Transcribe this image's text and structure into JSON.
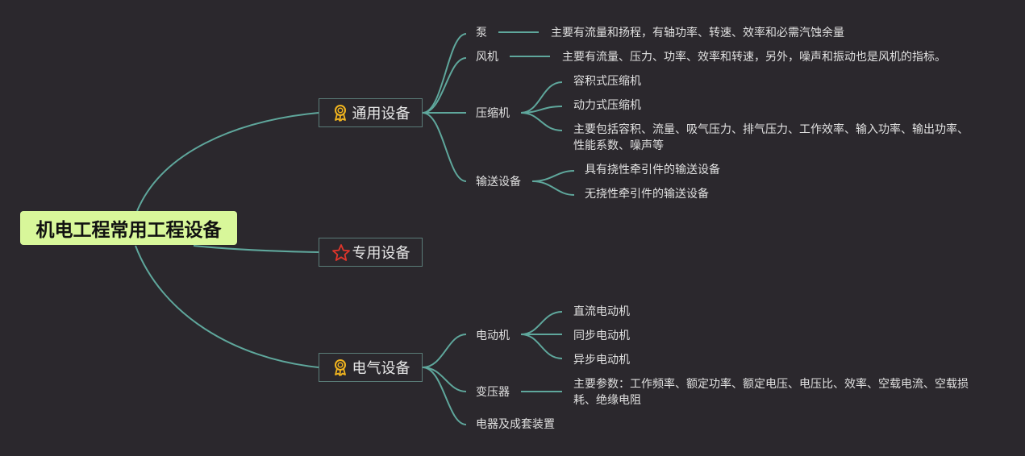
{
  "root": {
    "label": "机电工程常用工程设备"
  },
  "branches": {
    "general": {
      "label": "通用设备",
      "icon": "award-ribbon-icon",
      "pump": {
        "label": "泵",
        "detail": "主要有流量和扬程，有轴功率、转速、效率和必需汽蚀余量"
      },
      "fan": {
        "label": "风机",
        "detail": "主要有流量、压力、功率、效率和转速，另外，噪声和振动也是风机的指标。"
      },
      "compressor": {
        "label": "压缩机",
        "items": [
          "容积式压缩机",
          "动力式压缩机",
          "主要包括容积、流量、吸气压力、排气压力、工作效率、输入功率、输出功率、性能系数、噪声等"
        ]
      },
      "conveyor": {
        "label": "输送设备",
        "items": [
          "具有挠性牵引件的输送设备",
          "无挠性牵引件的输送设备"
        ]
      }
    },
    "special": {
      "label": "专用设备",
      "icon": "star-outline-icon"
    },
    "electrical": {
      "label": "电气设备",
      "icon": "award-ribbon-icon",
      "motor": {
        "label": "电动机",
        "items": [
          "直流电动机",
          "同步电动机",
          "异步电动机"
        ]
      },
      "transformer": {
        "label": "变压器",
        "detail": "主要参数：工作频率、额定功率、额定电压、电压比、效率、空载电流、空载损耗、绝缘电阻"
      },
      "apparatus": {
        "label": "电器及成套装置"
      }
    }
  },
  "colors": {
    "background": "#2b282d",
    "connector": "#5fa79c",
    "root_fill": "#d8f79a",
    "award_icon": "#f2b51e",
    "star_icon": "#e0352b"
  }
}
